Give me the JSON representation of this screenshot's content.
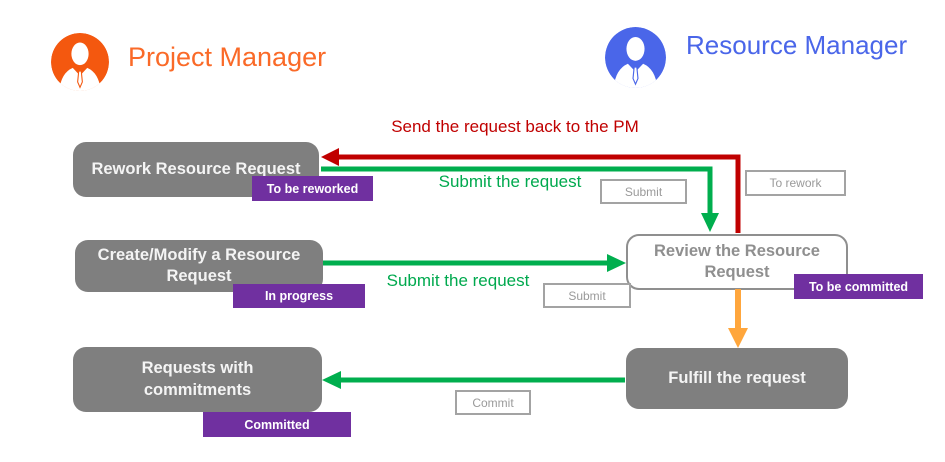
{
  "actors": {
    "project_manager": {
      "label": "Project Manager",
      "text_color": "#fa6a28",
      "avatar_color": "#f4580f",
      "avatar_icon": "businessman-silhouette"
    },
    "resource_manager": {
      "label": "Resource Manager",
      "text_color": "#4a66e9",
      "avatar_color": "#4a66e9",
      "avatar_icon": "businessman-silhouette"
    }
  },
  "nodes": {
    "rework": {
      "label": "Rework Resource Request"
    },
    "create": {
      "label": "Create/Modify a Resource Request"
    },
    "requests": {
      "label": "Requests with commitments"
    },
    "review": {
      "label": "Review the Resource Request"
    },
    "fulfill": {
      "label": "Fulfill the request"
    }
  },
  "badges": {
    "to_be_reworked": {
      "label": "To be reworked"
    },
    "in_progress": {
      "label": "In progress"
    },
    "to_be_committed": {
      "label": "To be committed"
    },
    "committed": {
      "label": "Committed"
    },
    "color": "#7030a0"
  },
  "buttons": {
    "submit_top": {
      "label": "Submit"
    },
    "to_rework": {
      "label": "To rework"
    },
    "submit_mid": {
      "label": "Submit"
    },
    "commit": {
      "label": "Commit"
    }
  },
  "edges": {
    "send_back_label": "Send the request back to the PM",
    "submit_label_top": "Submit the request",
    "submit_label_mid": "Submit the request",
    "colors": {
      "green": "#00ae4e",
      "red": "#c00000",
      "orange": "#ffa63c"
    }
  },
  "node_colors": {
    "filled_gray": "#7f7f7f",
    "outline_gray": "#8f8f8f"
  }
}
